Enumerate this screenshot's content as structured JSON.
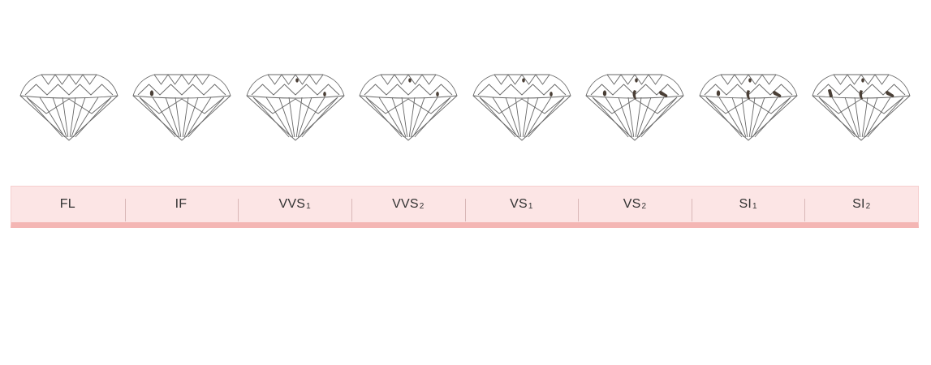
{
  "grades": [
    {
      "label": "FL",
      "sub": "",
      "inclusions": []
    },
    {
      "label": "IF",
      "sub": "",
      "inclusions": [
        "left"
      ]
    },
    {
      "label": "VVS",
      "sub": "1",
      "inclusions": [
        "top",
        "right"
      ]
    },
    {
      "label": "VVS",
      "sub": "2",
      "inclusions": [
        "top",
        "right"
      ]
    },
    {
      "label": "VS",
      "sub": "1",
      "inclusions": [
        "top",
        "right"
      ]
    },
    {
      "label": "VS",
      "sub": "2",
      "inclusions": [
        "top",
        "left",
        "center-curve",
        "right-bar"
      ]
    },
    {
      "label": "SI",
      "sub": "1",
      "inclusions": [
        "top",
        "left",
        "center-curve",
        "right-bar"
      ]
    },
    {
      "label": "SI",
      "sub": "2",
      "inclusions": [
        "top",
        "left-bar",
        "center-curve",
        "right-bar"
      ]
    }
  ],
  "colors": {
    "line": "#666666",
    "inclusion": "#4a3f36",
    "bar_bg": "#fce5e5",
    "bar_bottom": "#f4b6b4"
  }
}
